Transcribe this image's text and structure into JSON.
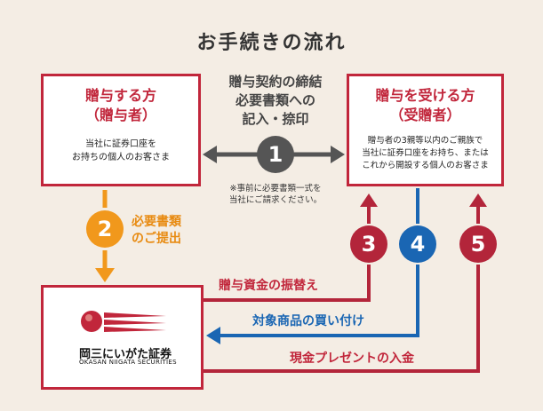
{
  "title": "お手続きの流れ",
  "giver": {
    "title_line1": "贈与する方",
    "title_line2": "（贈与者）",
    "desc_line1": "当社に証券口座を",
    "desc_line2": "お持ちの個人のお客さま"
  },
  "receiver": {
    "title_line1": "贈与を受ける方",
    "title_line2": "（受贈者）",
    "desc_line1": "贈与者の3親等以内のご親族で",
    "desc_line2": "当社に証券口座をお持ち、または",
    "desc_line3": "これから開設する個人のお客さま"
  },
  "step1": {
    "number": "1",
    "line1": "贈与契約の締結",
    "line2": "必要書類への",
    "line3": "記入・捺印",
    "note_line1": "※事前に必要書類一式を",
    "note_line2": "当社にご請求ください。"
  },
  "step2": {
    "number": "2",
    "line1": "必要書類",
    "line2": "のご提出"
  },
  "step3": {
    "number": "3",
    "label": "贈与資金の振替え"
  },
  "step4": {
    "number": "4",
    "label": "対象商品の買い付け"
  },
  "step5": {
    "number": "5",
    "label": "現金プレゼントの入金"
  },
  "company": {
    "name": "岡三にいがた証券",
    "name_en": "OKASAN NIIGATA SECURITIES",
    "logo_icon": "okasan-logo-icon"
  },
  "colors": {
    "red": "#c1263b",
    "dark_red": "#b3253a",
    "blue": "#1a66b3",
    "orange": "#f1981c",
    "gray": "#555555",
    "background": "#f4ede4"
  }
}
